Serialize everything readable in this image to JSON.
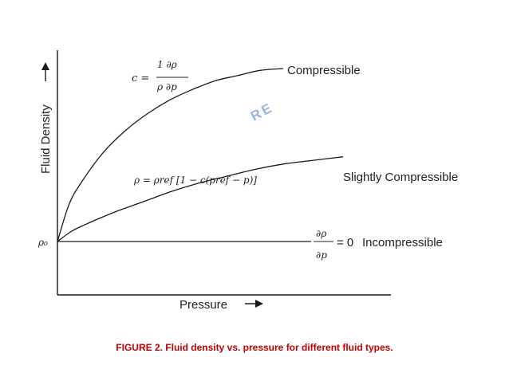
{
  "chart_data": {
    "type": "line",
    "xlabel": "Pressure",
    "ylabel": "Fluid Density",
    "y_origin_label": "ρ₀",
    "watermark": "RE",
    "grid": false,
    "x": [
      0,
      0.05,
      0.1,
      0.2,
      0.3,
      0.4,
      0.5,
      0.6,
      0.7,
      0.8,
      0.9,
      1.0
    ],
    "series": [
      {
        "name": "Compressible",
        "equation": {
          "lhs": "c =",
          "num": "1 ∂ρ",
          "den": "ρ ∂p"
        },
        "values": [
          0,
          0.21,
          0.33,
          0.51,
          0.64,
          0.74,
          0.82,
          0.88,
          0.93,
          0.96,
          0.99,
          1.0
        ]
      },
      {
        "name": "Slightly Compressible",
        "equation": {
          "text": "ρ = ρref [1 − c(pref − p)]"
        },
        "values": [
          0,
          0.06,
          0.1,
          0.17,
          0.23,
          0.29,
          0.34,
          0.38,
          0.42,
          0.45,
          0.47,
          0.49
        ]
      },
      {
        "name": "Incompressible",
        "equation": {
          "num": "∂ρ",
          "den": "∂p",
          "rhs": "= 0"
        },
        "values": [
          0,
          0,
          0,
          0,
          0,
          0,
          0,
          0,
          0,
          0,
          0,
          0
        ]
      }
    ]
  },
  "caption": {
    "text": "FIGURE 2. Fluid density vs. pressure for different fluid types.",
    "color": "#c00000"
  }
}
